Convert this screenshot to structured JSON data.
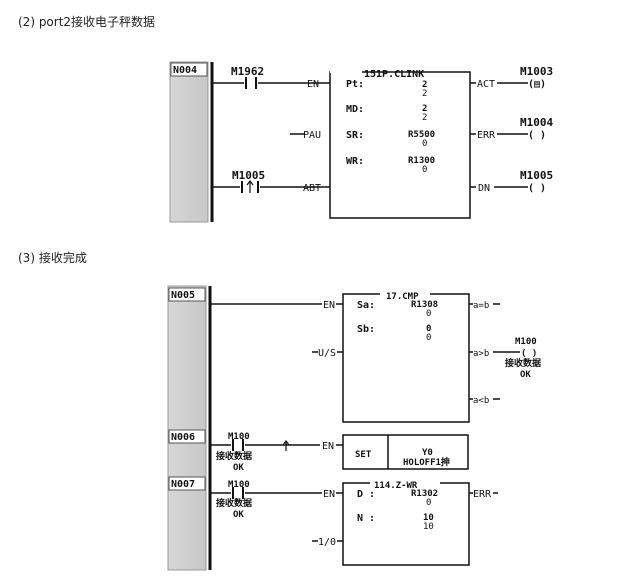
{
  "headings": {
    "port2_receive": "(2) port2接收电子秤数据",
    "receive_done": "(3) 接收完成"
  },
  "rung_n004": {
    "label": "N004",
    "contact_a": "M1962",
    "contact_b": "M1005",
    "block_title": "151P.CLINK",
    "inputs": [
      "EN",
      "PAU",
      "ABT"
    ],
    "params": [
      {
        "name": "Pt:",
        "v1": "2",
        "v2": "2"
      },
      {
        "name": "MD:",
        "v1": "2",
        "v2": "2"
      },
      {
        "name": "SR:",
        "v1": "R5500",
        "v2": "0"
      },
      {
        "name": "WR:",
        "v1": "R1300",
        "v2": "0"
      }
    ],
    "outputs": [
      {
        "pin": "ACT",
        "coil": "M1003",
        "sym": "(▤)"
      },
      {
        "pin": "ERR",
        "coil": "M1004",
        "sym": "( )"
      },
      {
        "pin": "DN",
        "coil": "M1005",
        "sym": "( )"
      }
    ]
  },
  "rung_n005": {
    "label": "N005",
    "block_title": "17.CMP",
    "inputs": [
      "EN",
      "U/S"
    ],
    "params": [
      {
        "name": "Sa:",
        "v1": "R1308",
        "v2": "0"
      },
      {
        "name": "Sb:",
        "v1": "0",
        "v2": "0"
      }
    ],
    "outputs": [
      "a=b",
      "a>b",
      "a<b"
    ],
    "coil": "M100",
    "coil_sym": "( )",
    "coil_comment": "接收数据",
    "coil_comment2": "OK"
  },
  "rung_n006": {
    "label": "N006",
    "contact": "M100",
    "contact_comment": "接收数据",
    "contact_comment2": "OK",
    "pin": "EN",
    "set_label": "SET",
    "target": "Y0",
    "target_comment": "HOLOFF1抻"
  },
  "rung_n007": {
    "label": "N007",
    "contact": "M100",
    "contact_comment": "接收数据",
    "contact_comment2": "OK",
    "block_title": "114.Z-WR",
    "inputs": [
      "EN",
      "1/0"
    ],
    "params": [
      {
        "name": "D :",
        "v1": "R1302",
        "v2": "0"
      },
      {
        "name": "N :",
        "v1": "10",
        "v2": "10"
      }
    ],
    "output": "ERR"
  }
}
